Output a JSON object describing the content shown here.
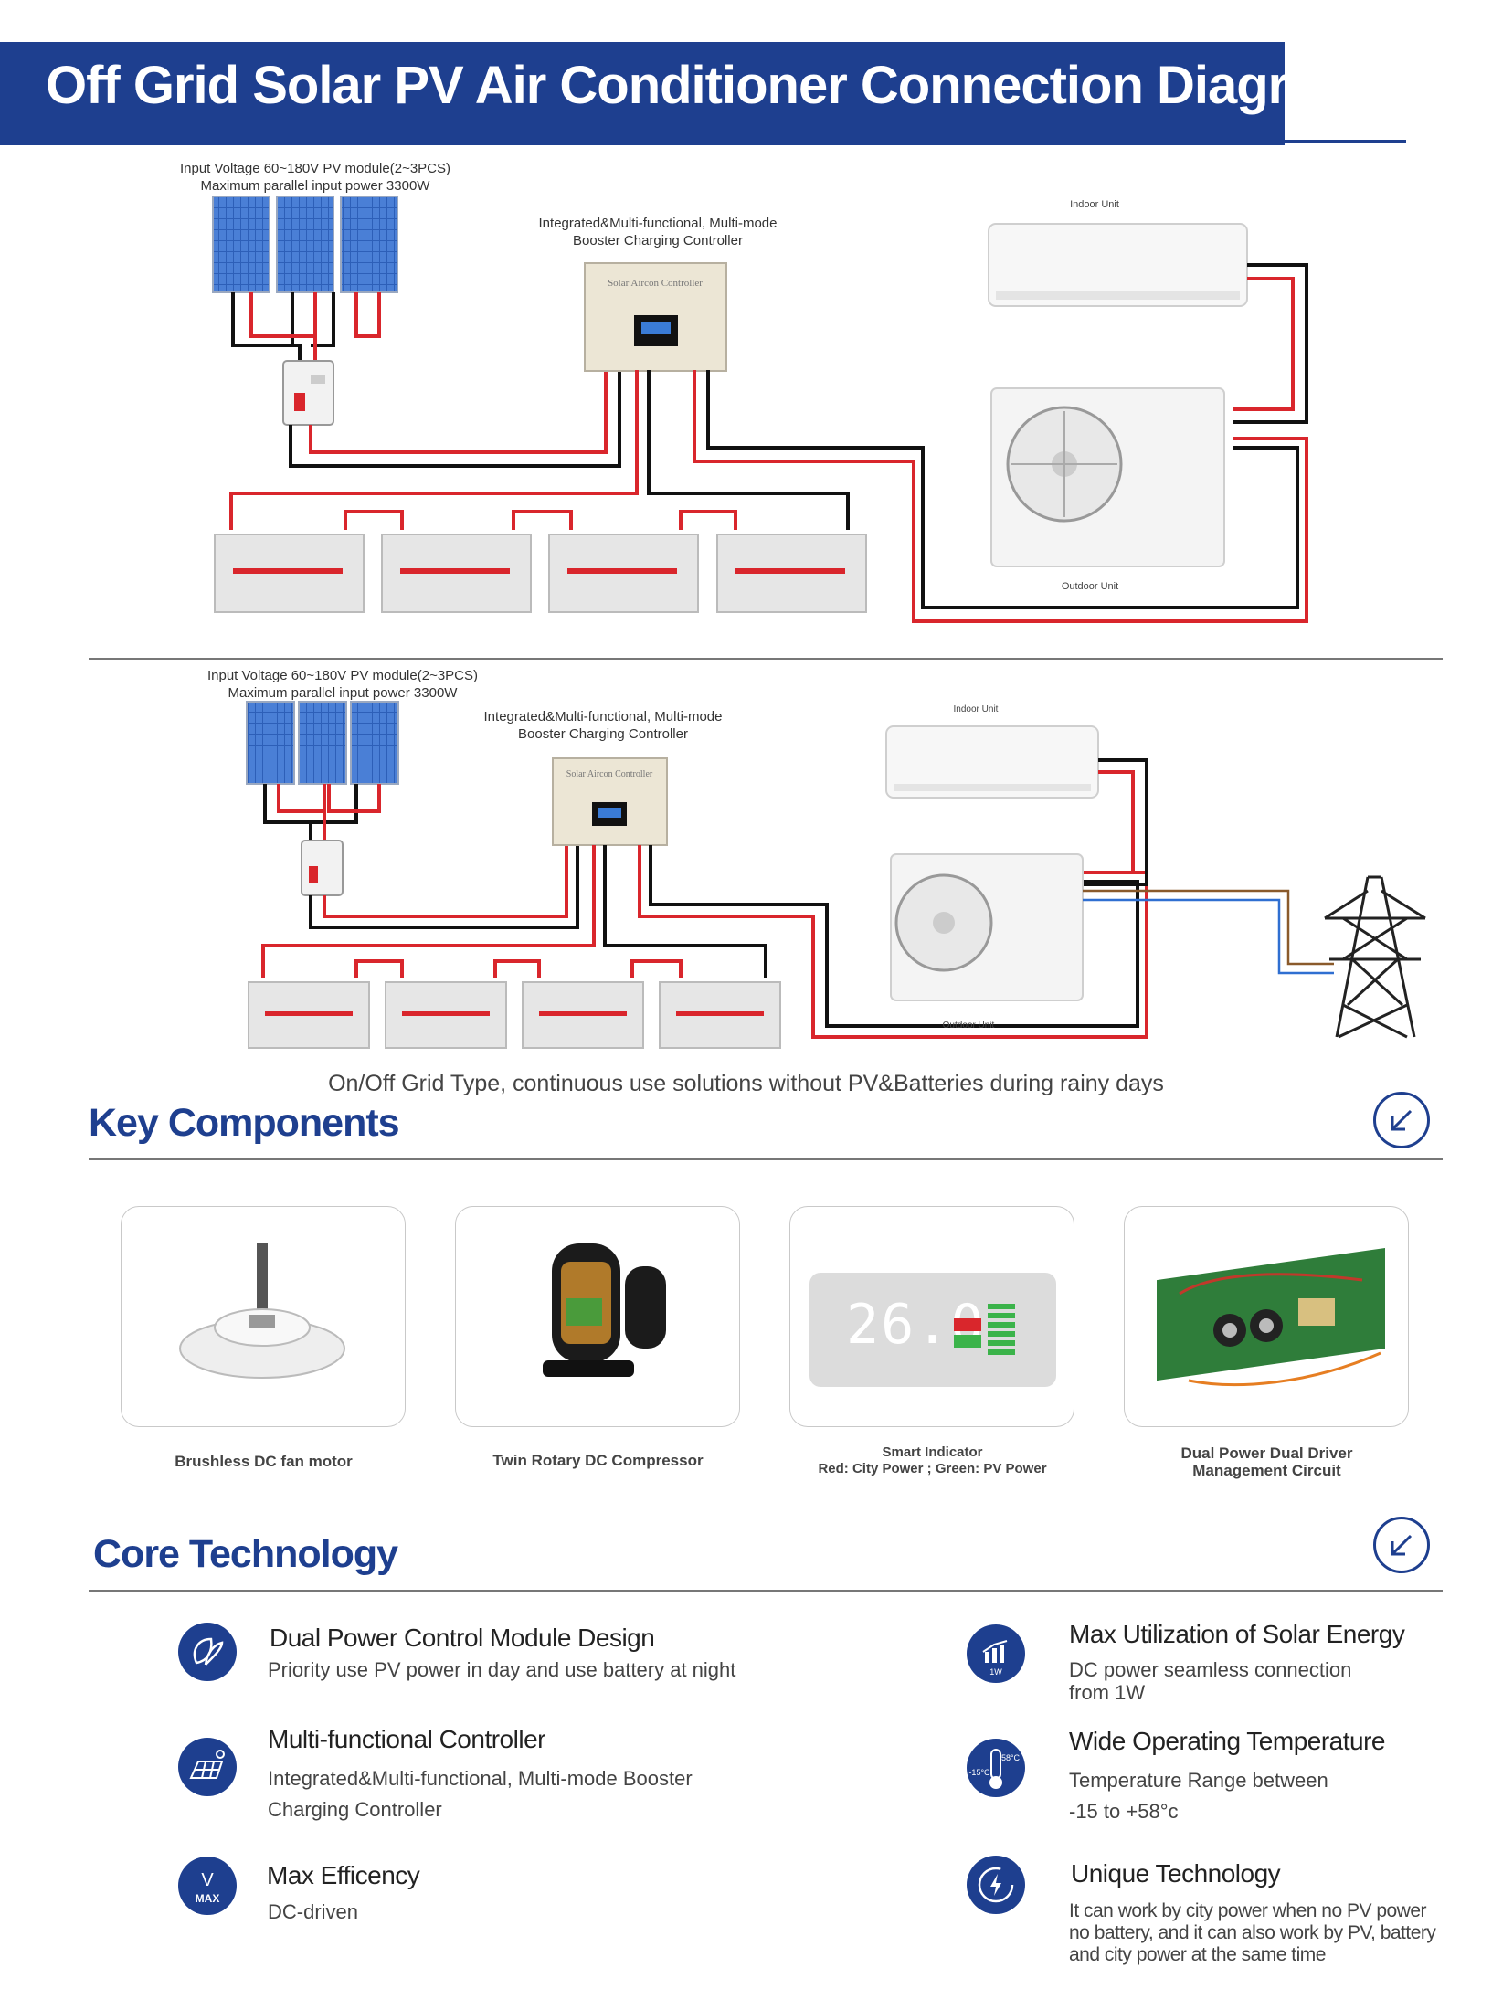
{
  "header": {
    "title": "Off Grid Solar PV Air Conditioner Connection Diagram"
  },
  "diagram1": {
    "pv_caption_line1": "Input Voltage 60~180V PV module(2~3PCS)",
    "pv_caption_line2": "Maximum parallel input power 3300W",
    "controller_caption_line1": "Integrated&Multi-functional, Multi-mode",
    "controller_caption_line2": "Booster Charging Controller",
    "controller_label": "Solar Aircon Controller",
    "indoor_label": "Indoor Unit",
    "outdoor_label": "Outdoor Unit"
  },
  "diagram2": {
    "pv_caption_line1": "Input Voltage 60~180V PV module(2~3PCS)",
    "pv_caption_line2": "Maximum parallel input power 3300W",
    "controller_caption_line1": "Integrated&Multi-functional, Multi-mode",
    "controller_caption_line2": "Booster Charging Controller",
    "controller_label": "Solar Aircon Controller",
    "indoor_label": "Indoor Unit",
    "outdoor_label": "Outdoor Unit"
  },
  "subtitle": "On/Off Grid Type, continuous use solutions without PV&Batteries during rainy days",
  "key_components": {
    "title": "Key Components",
    "cards": [
      {
        "label_line1": "Brushless DC fan motor",
        "label_line2": ""
      },
      {
        "label_line1": "Twin Rotary DC Compressor",
        "label_line2": ""
      },
      {
        "label_line1": "Smart Indicator",
        "label_line2": "Red: City Power ; Green: PV Power"
      },
      {
        "label_line1": "Dual Power Dual Driver",
        "label_line2": "Management Circuit"
      }
    ],
    "indicator_display": "26.0"
  },
  "core_technology": {
    "title": "Core Technology",
    "features": [
      {
        "title": "Dual Power Control Module Design",
        "desc_line1": "Priority use PV power in day and use battery at night",
        "desc_line2": "",
        "desc_line3": "",
        "icon": "leaf-icon"
      },
      {
        "title": "Max Utilization of Solar Energy",
        "desc_line1": "DC power seamless connection",
        "desc_line2": "from 1W",
        "desc_line3": "",
        "icon": "solar-chart-icon",
        "icon_text": "1W"
      },
      {
        "title": "Multi-functional Controller",
        "desc_line1": "Integrated&Multi-functional, Multi-mode Booster",
        "desc_line2": "Charging Controller",
        "desc_line3": "",
        "icon": "solar-panel-icon"
      },
      {
        "title": "Wide Operating Temperature",
        "desc_line1": "Temperature Range between",
        "desc_line2": "-15 to +58°c",
        "desc_line3": "",
        "icon": "thermometer-icon",
        "icon_text_hi": "58°C",
        "icon_text_lo": "-15°C"
      },
      {
        "title": "Max Efficency",
        "desc_line1": "DC-driven",
        "desc_line2": "",
        "desc_line3": "",
        "icon": "max-icon",
        "icon_text_top": "V",
        "icon_text_bottom": "MAX"
      },
      {
        "title": "Unique Technology",
        "desc_line1": "It can work by city power when no PV power",
        "desc_line2": "no battery, and it can also work by PV, battery",
        "desc_line3": "and city power at the same time",
        "icon": "power-cycle-icon"
      }
    ]
  },
  "colors": {
    "brand_blue": "#1e3f8f",
    "wire_red": "#d9262c",
    "wire_black": "#111111",
    "grid_brown": "#8a5a2b",
    "grid_blue": "#2f6fd1"
  }
}
